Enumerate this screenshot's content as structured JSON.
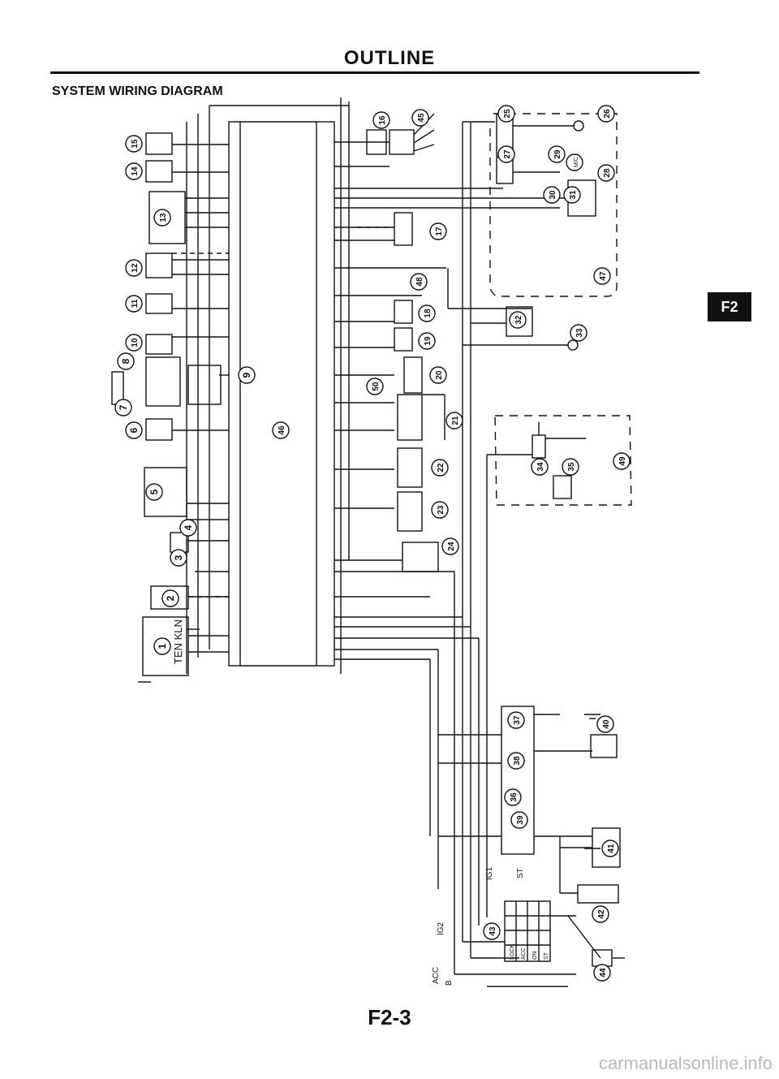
{
  "header": {
    "title": "OUTLINE"
  },
  "section": {
    "title": "SYSTEM WIRING DIAGRAM"
  },
  "side_tab": {
    "label": "F2"
  },
  "page": {
    "number": "F2-3"
  },
  "watermark": {
    "text": "carmanualsonline.info"
  },
  "components": [
    "1",
    "2",
    "3",
    "4",
    "5",
    "6",
    "7",
    "8",
    "9",
    "10",
    "11",
    "12",
    "13",
    "14",
    "15",
    "16",
    "17",
    "18",
    "19",
    "20",
    "21",
    "22",
    "23",
    "24",
    "25",
    "26",
    "27",
    "28",
    "29",
    "30",
    "31",
    "32",
    "33",
    "34",
    "35",
    "36",
    "37",
    "38",
    "39",
    "40",
    "41",
    "42",
    "43",
    "44",
    "45",
    "46",
    "47",
    "48",
    "49",
    "50"
  ],
  "labels": {
    "ten_kln": "TEN KLN",
    "ig1": "IG1",
    "st": "ST",
    "ig2": "IG2",
    "acc": "ACC",
    "b": "B",
    "switch_positions": [
      "LOCK",
      "ACC",
      "ON",
      "ST"
    ],
    "mc": "M/C"
  }
}
